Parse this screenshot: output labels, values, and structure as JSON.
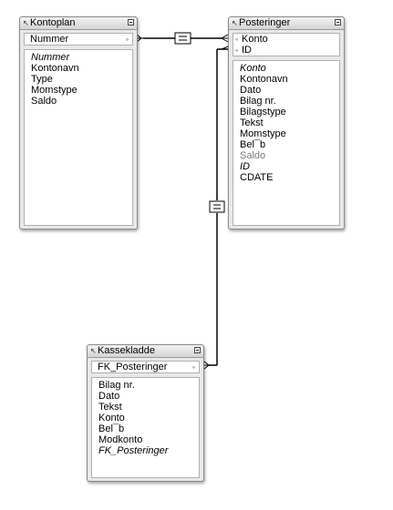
{
  "tables": {
    "kontoplan": {
      "title": "Kontoplan",
      "keys": [
        "Nummer"
      ],
      "fields": [
        {
          "label": "Nummer",
          "style": "italic"
        },
        {
          "label": "Kontonavn",
          "style": "normal"
        },
        {
          "label": "Type",
          "style": "normal"
        },
        {
          "label": "Momstype",
          "style": "normal"
        },
        {
          "label": "Saldo",
          "style": "normal"
        }
      ]
    },
    "posteringer": {
      "title": "Posteringer",
      "keys": [
        "Konto",
        "ID"
      ],
      "fields": [
        {
          "label": "Konto",
          "style": "italic"
        },
        {
          "label": "Kontonavn",
          "style": "normal"
        },
        {
          "label": "Dato",
          "style": "normal"
        },
        {
          "label": "Bilag nr.",
          "style": "normal"
        },
        {
          "label": "Bilagstype",
          "style": "normal"
        },
        {
          "label": "Tekst",
          "style": "normal"
        },
        {
          "label": "Momstype",
          "style": "normal"
        },
        {
          "label": "Bel¯b",
          "style": "normal"
        },
        {
          "label": "Saldo",
          "style": "grey"
        },
        {
          "label": "ID",
          "style": "italic"
        },
        {
          "label": "CDATE",
          "style": "normal"
        }
      ]
    },
    "kassekladde": {
      "title": "Kassekladde",
      "keys": [
        "FK_Posteringer"
      ],
      "fields": [
        {
          "label": "Bilag nr.",
          "style": "normal"
        },
        {
          "label": "Dato",
          "style": "normal"
        },
        {
          "label": "Tekst",
          "style": "normal"
        },
        {
          "label": "Konto",
          "style": "normal"
        },
        {
          "label": "Bel¯b",
          "style": "normal"
        },
        {
          "label": "Modkonto",
          "style": "normal"
        },
        {
          "label": "FK_Posteringer",
          "style": "italic"
        }
      ]
    }
  },
  "relationships": [
    {
      "from": "Kontoplan.Nummer",
      "to": "Posteringer.Konto",
      "operator": "="
    },
    {
      "from": "Posteringer.ID",
      "to": "Kassekladde.FK_Posteringer",
      "operator": "="
    }
  ],
  "icons": {
    "title_arrow": "arrow-nw-icon",
    "collapse": "collapse-icon",
    "key_dot": "key-dot-icon"
  }
}
